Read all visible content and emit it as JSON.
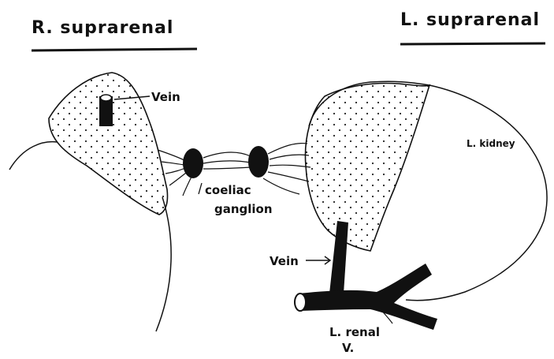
{
  "titles": {
    "right": "R. suprarenal",
    "left": "L. suprarenal"
  },
  "labels": {
    "vein_right": "Vein",
    "coeliac_line1": "coeliac",
    "coeliac_line2": "ganglion",
    "kidney": "L. kidney",
    "vein_left": "Vein",
    "renal_line1": "L. renal",
    "renal_line2": "V."
  },
  "colors": {
    "ink": "#111111",
    "paper": "#ffffff"
  }
}
